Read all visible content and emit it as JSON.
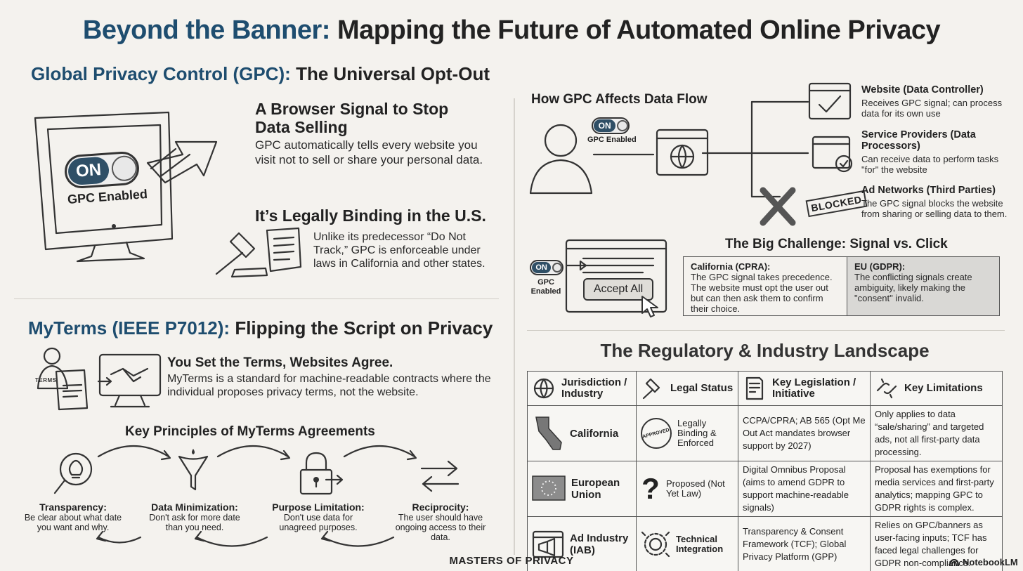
{
  "title": {
    "accent": "Beyond the Banner:",
    "rest": "Mapping the Future of Automated Online Privacy"
  },
  "gpc_section": {
    "heading_accent": "Global Privacy Control (GPC):",
    "heading_rest": "The Universal Opt-Out",
    "toggle_on": "ON",
    "toggle_caption": "GPC Enabled",
    "block1_title": "A Browser Signal to Stop Data Selling",
    "block1_text": "GPC automatically tells every website you visit not to sell or share your personal data.",
    "block2_title": "It’s Legally Binding in the U.S.",
    "block2_text": "Unlike its predecessor “Do Not Track,” GPC is enforceable under laws in California and other states."
  },
  "data_flow": {
    "title": "How GPC Affects Data Flow",
    "toggle_on": "ON",
    "toggle_caption": "GPC Enabled",
    "recipients": [
      {
        "title": "Website (Data Controller)",
        "text": "Receives GPC signal; can process data for its own use"
      },
      {
        "title": "Service Providers (Data Processors)",
        "text": "Can receive data to perform tasks \"for\" the website"
      },
      {
        "title": "Ad Networks (Third Parties)",
        "text": "The GPC signal blocks the website from sharing or selling data to them."
      }
    ],
    "blocked_stamp": "BLOCKED"
  },
  "challenge": {
    "title": "The Big Challenge: Signal vs. Click",
    "toggle_on": "ON",
    "toggle_caption": "GPC Enabled",
    "button": "Accept All",
    "california_title": "California (CPRA):",
    "california_text": "The GPC signal takes precedence. The website must opt the user out but can then ask them to confirm their choice.",
    "eu_title": "EU (GDPR):",
    "eu_text": "The conflicting signals create ambiguity, likely making the \"consent\" invalid."
  },
  "myterms": {
    "heading_accent": "MyTerms (IEEE P7012):",
    "heading_rest": "Flipping the Script on Privacy",
    "scroll_label": "TERMS",
    "block_title": "You Set the Terms, Websites Agree.",
    "block_text": "MyTerms is a standard for machine-readable contracts where the individual proposes privacy terms, not the website.",
    "principles_title": "Key Principles of MyTerms Agreements",
    "principles": [
      {
        "title": "Transparency:",
        "text": "Be clear about what date you want and why."
      },
      {
        "title": "Data Minimization:",
        "text": "Don't ask for more date than you need."
      },
      {
        "title": "Purpose Limitation:",
        "text": "Don't use data for unagreed purposes."
      },
      {
        "title": "Reciprocity:",
        "text": "The user should have ongoing access to their data."
      }
    ]
  },
  "landscape": {
    "title": "The Regulatory & Industry Landscape",
    "headers": [
      "Jurisdiction / Industry",
      "Legal Status",
      "Key Legislation / Initiative",
      "Key Limitations"
    ],
    "rows": [
      {
        "jurisdiction": "California",
        "stamp": "APPROVED",
        "status": "Legally Binding & Enforced",
        "legislation": "CCPA/CPRA; AB 565 (Opt Me Out Act mandates browser support by 2027)",
        "limitations": "Only applies to data “sale/sharing” and targeted ads, not all first-party data processing."
      },
      {
        "jurisdiction": "European Union",
        "status": "Proposed (Not Yet Law)",
        "legislation": "Digital Omnibus Proposal (aims to amend GDPR to support machine-readable signals)",
        "limitations": "Proposal has exemptions for media services and first-party analytics; mapping GPC to GDPR rights is complex."
      },
      {
        "jurisdiction": "Ad Industry (IAB)",
        "status": "Technical Integration",
        "legislation": "Transparency & Consent Framework (TCF); Global Privacy Platform (GPP)",
        "limitations": "Relies on GPC/banners as user-facing inputs; TCF has faced legal challenges for GDPR non-compliance."
      }
    ]
  },
  "footer": "MASTERS OF PRIVACY",
  "brand": "NotebookLM"
}
